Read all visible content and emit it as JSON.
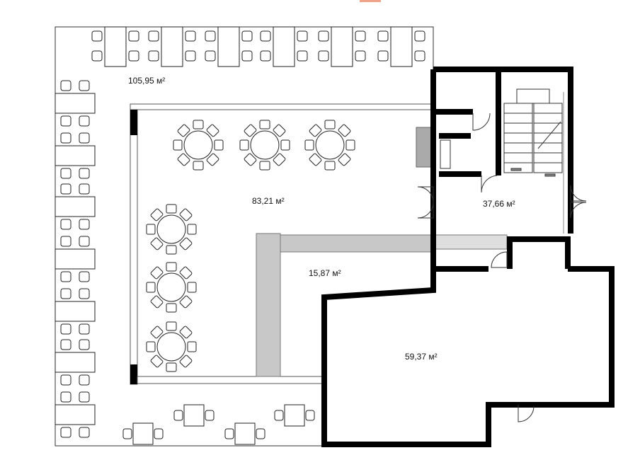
{
  "areas": {
    "terrace": "105,95 м²",
    "hall": "83,21 м²",
    "corridor": "15,87 м²",
    "stair_lobby": "37,66 м²",
    "big_room": "59,37 м²"
  },
  "colors": {
    "wall": "#000000",
    "partition_fill": "#c8c8c8",
    "accent_mark": "#f0a58a"
  }
}
